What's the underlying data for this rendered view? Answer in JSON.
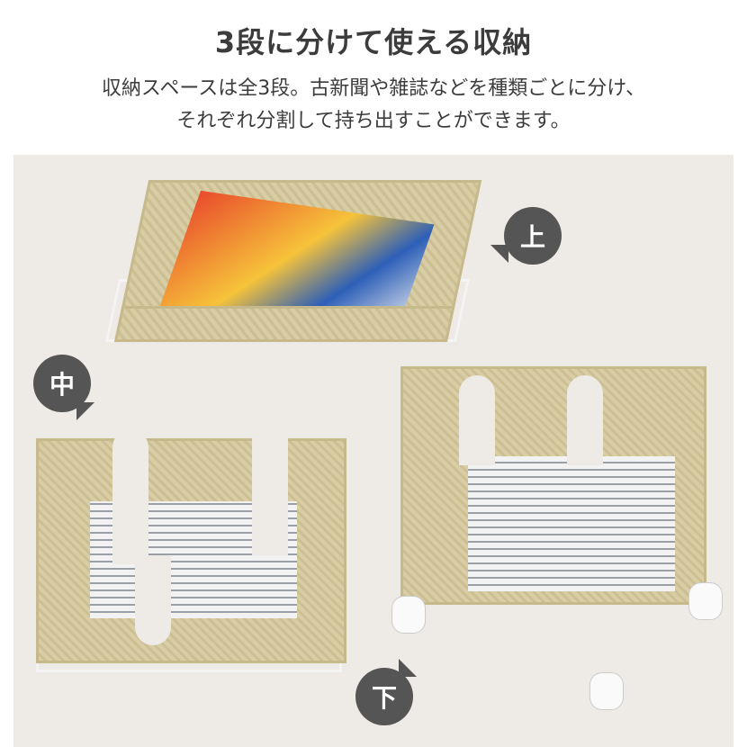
{
  "heading": "3段に分けて使える収納",
  "description": [
    "収納スペースは全3段。古新聞や雑誌などを種類ごとに分け、",
    "それぞれ分割して持ち出すことができます。"
  ],
  "labels": {
    "top": "上",
    "middle": "中",
    "bottom": "下"
  },
  "colors": {
    "panel": "#eeeae5",
    "bubble": "#555555",
    "wicker": "#d6cba2",
    "text": "#3c3c3c"
  }
}
